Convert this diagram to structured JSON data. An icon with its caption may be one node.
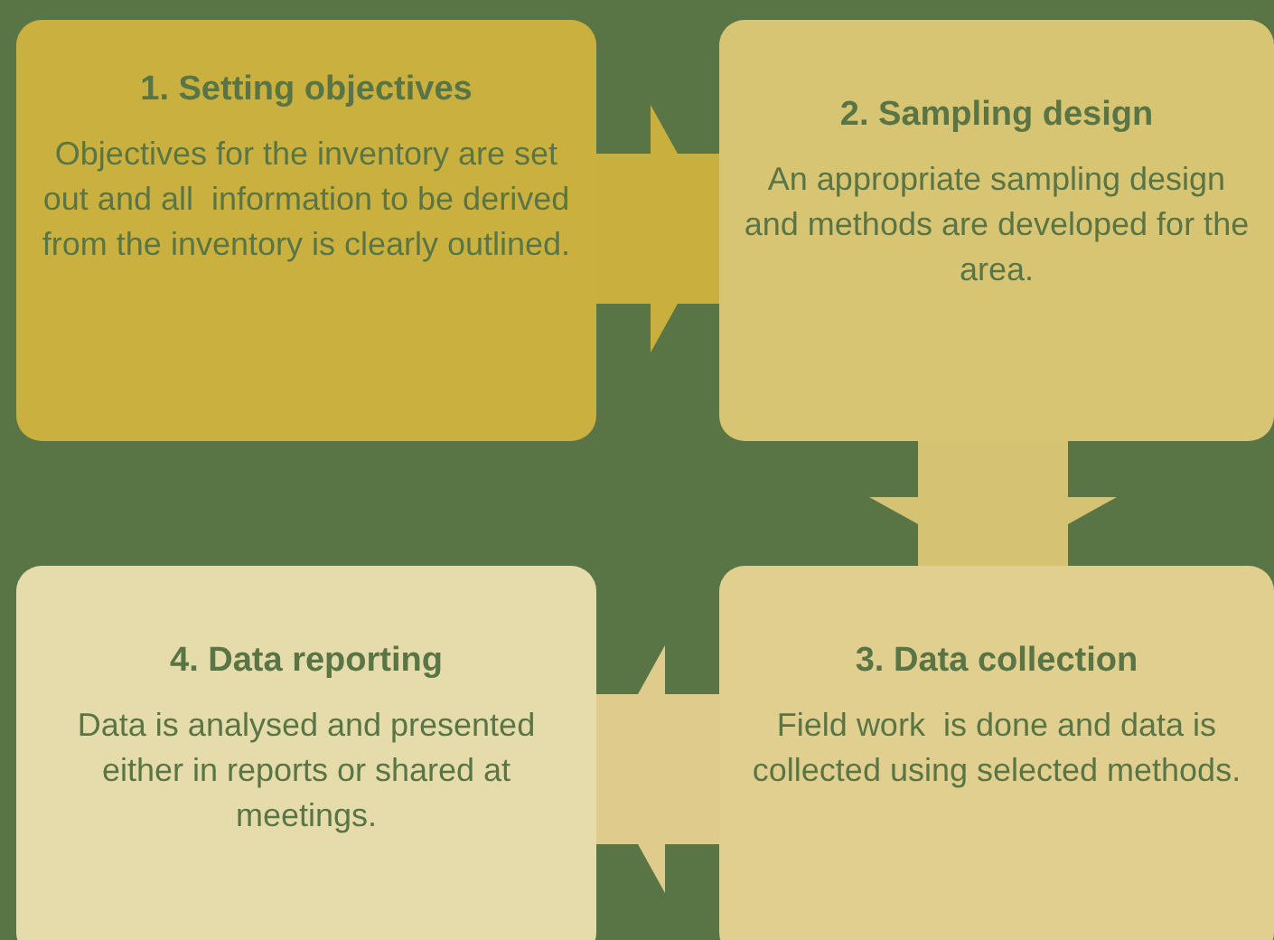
{
  "diagram": {
    "nodes": [
      {
        "text": [
          "1. Setting objectives",
          "Objectives for the inventory are set out and all  information to be derived from the inventory is clearly outlined."
        ]
      },
      {
        "text": [
          "2. Sampling design",
          "An appropriate sampling design and methods are developed for the area."
        ]
      },
      {
        "text": [
          "3. Data collection",
          "Field work  is done and data is collected using selected methods."
        ]
      },
      {
        "text": [
          "4. Data reporting",
          "Data is analysed and presented either in reports or shared at meetings."
        ]
      }
    ],
    "edges": [
      {
        "from": 0,
        "to": 1,
        "arrow": "to",
        "color": "#c9b03e"
      },
      {
        "from": 1,
        "to": 2,
        "arrow": "to",
        "color": "#d6c273"
      },
      {
        "from": 2,
        "to": 3,
        "arrow": "to",
        "color": "#dfcc8c"
      }
    ]
  }
}
